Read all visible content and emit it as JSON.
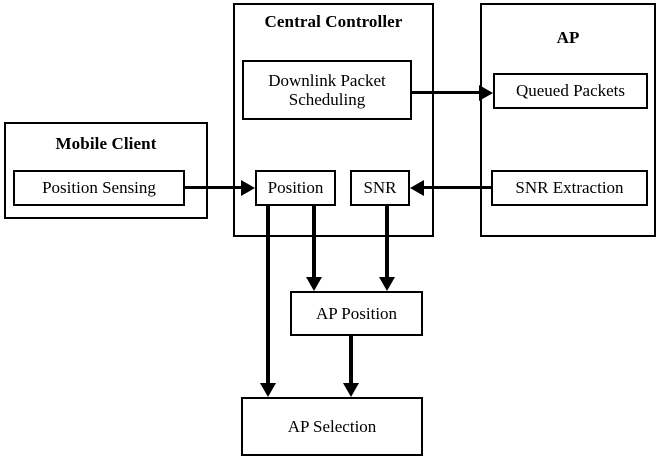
{
  "diagram": {
    "title": "System architecture block diagram",
    "colors": {
      "stroke": "#000000",
      "background": "#ffffff",
      "text": "#000000"
    },
    "groups": [
      {
        "id": "mobile-client",
        "label": "Mobile Client"
      },
      {
        "id": "central-controller",
        "label": "Central Controller"
      },
      {
        "id": "ap",
        "label": "AP"
      }
    ],
    "nodes": [
      {
        "id": "position-sensing",
        "label": "Position Sensing"
      },
      {
        "id": "downlink-packet-scheduling",
        "label": "Downlink Packet\nScheduling",
        "line1": "Downlink Packet",
        "line2": "Scheduling"
      },
      {
        "id": "position",
        "label": "Position"
      },
      {
        "id": "snr",
        "label": "SNR"
      },
      {
        "id": "queued-packets",
        "label": "Queued Packets"
      },
      {
        "id": "snr-extraction",
        "label": "SNR Extraction"
      },
      {
        "id": "ap-position",
        "label": "AP Position"
      },
      {
        "id": "ap-selection",
        "label": "AP Selection"
      }
    ],
    "edges": [
      {
        "id": "e1",
        "from": "position-sensing",
        "to": "position",
        "direction": "right"
      },
      {
        "id": "e2",
        "from": "downlink-packet-scheduling",
        "to": "queued-packets",
        "direction": "right"
      },
      {
        "id": "e3",
        "from": "snr-extraction",
        "to": "snr",
        "direction": "left"
      },
      {
        "id": "e4",
        "from": "position",
        "to": "ap-position",
        "direction": "down"
      },
      {
        "id": "e5",
        "from": "snr",
        "to": "ap-position",
        "direction": "down"
      },
      {
        "id": "e6",
        "from": "position",
        "to": "ap-selection",
        "direction": "down"
      },
      {
        "id": "e7",
        "from": "ap-position",
        "to": "ap-selection",
        "direction": "down"
      }
    ]
  }
}
